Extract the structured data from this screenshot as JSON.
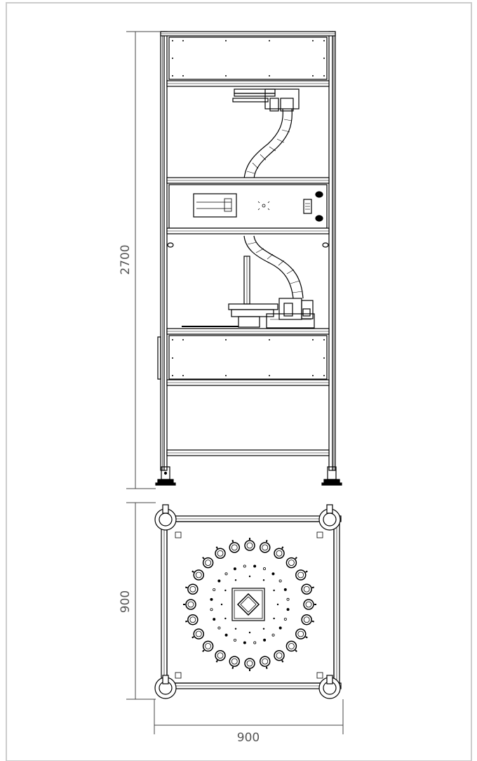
{
  "drawing": {
    "height_dimension": "2700",
    "depth_dimension": "900",
    "width_dimension": "900"
  },
  "colors": {
    "line": "#000000",
    "dimension_line": "#444444",
    "dimension_text": "#555555",
    "border": "#cccccc"
  }
}
